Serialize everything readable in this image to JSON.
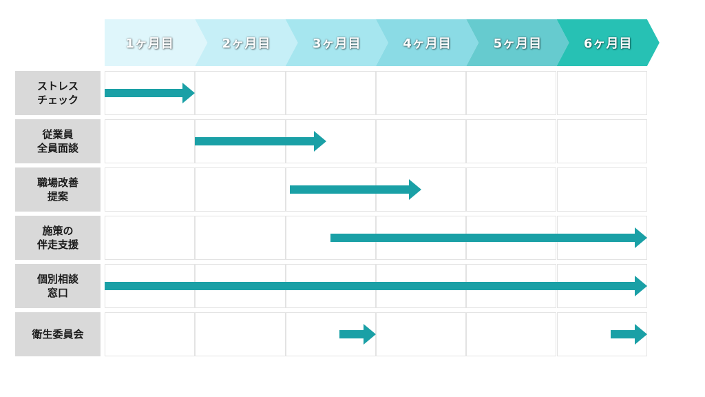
{
  "timeline": {
    "months": [
      "1ヶ月目",
      "2ヶ月目",
      "3ヶ月目",
      "4ヶ月目",
      "5ヶ月目",
      "6ヶ月目"
    ],
    "colors": [
      "#dff6fb",
      "#c6eff7",
      "#a6e6ef",
      "#8bdbe5",
      "#66cbcf",
      "#27c1b4"
    ]
  },
  "arrow_color": "#1aa0a6",
  "rows": [
    {
      "label": "ストレス\nチェック",
      "arrows": [
        [
          0.0,
          1.0
        ]
      ]
    },
    {
      "label": "従業員\n全員面談",
      "arrows": [
        [
          1.0,
          2.45
        ]
      ]
    },
    {
      "label": "職場改善\n提案",
      "arrows": [
        [
          2.05,
          3.5
        ]
      ]
    },
    {
      "label": "施策の\n伴走支援",
      "arrows": [
        [
          2.5,
          6.0
        ]
      ]
    },
    {
      "label": "個別相談\n窓口",
      "arrows": [
        [
          0.0,
          6.0
        ]
      ]
    },
    {
      "label": "衛生委員会",
      "arrows": [
        [
          2.6,
          3.0
        ],
        [
          5.6,
          6.0
        ]
      ]
    }
  ]
}
